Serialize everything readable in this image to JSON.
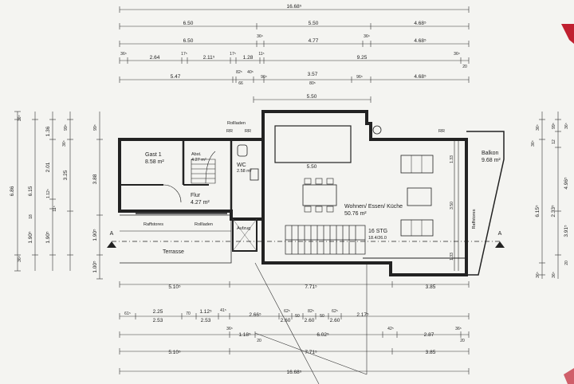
{
  "colors": {
    "paper": "#f4f4f1",
    "ink": "#222222",
    "wall": "#cfcfcf",
    "red_mark": "#c02030"
  },
  "top_dims": {
    "row1": [
      "16.68⁵"
    ],
    "row2": [
      "6.50",
      "5.50",
      "4.68⁵"
    ],
    "row3_sup": [
      "36⁵",
      "36⁵"
    ],
    "row3": [
      "6.50",
      "4.77",
      "4.68⁵"
    ],
    "row4_sup": [
      "36⁵",
      "17⁵",
      "17⁵",
      "11⁵",
      "36⁵"
    ],
    "row4": [
      "2.64",
      "2.11⁵",
      "1.28",
      "9.25"
    ],
    "row4_sub": [
      "20"
    ],
    "row5_sup": [
      "82⁵",
      "40⁵",
      "96⁵",
      "96⁵"
    ],
    "row5": [
      "5.47",
      "3.57",
      "4.68⁵"
    ],
    "row5_sub": [
      "66",
      "80⁵"
    ],
    "row6": [
      "5.50"
    ]
  },
  "bottom_dims": {
    "row1": [
      "5.10⁵",
      "7.71⁵",
      "3.85"
    ],
    "row2_sup": [
      "61⁵",
      "2.25",
      "70",
      "1.12⁵",
      "41⁵",
      "2.66⁵",
      "62⁵",
      "50",
      "82⁵",
      "50",
      "62⁵",
      "2.17⁵"
    ],
    "row2_sub": [
      "2.53",
      "2.53",
      "2.60",
      "2.60",
      "2.60"
    ],
    "row3_sup": [
      "36⁵",
      "42⁵",
      "36⁵"
    ],
    "row3": [
      "1.18⁵",
      "6.02⁵",
      "2.87"
    ],
    "row3_sub": [
      "20",
      "20"
    ],
    "row4": [
      "5.10⁵",
      "7.71⁵",
      "3.85"
    ],
    "row5": [
      "16.68⁵"
    ]
  },
  "left_dims": [
    "36⁵",
    "6.86",
    "6.15",
    "1.36",
    "36⁵",
    "2.01",
    "3.25",
    "99⁵",
    "11⁵",
    "1.12⁵",
    "18",
    "1.90⁵",
    "1.90⁵",
    "36⁵",
    "3.88",
    "1.90⁵",
    "1.00⁵",
    "99⁵"
  ],
  "right_dims": [
    "36⁵",
    "99⁵",
    "36⁵",
    "12",
    "36⁵",
    "3.91⁵",
    "6.15⁵",
    "2.33⁵",
    "4.96⁵",
    "36⁵",
    "36⁵",
    "20"
  ],
  "rooms": {
    "gast": {
      "name": "Gast 1",
      "area": "8.58 m²"
    },
    "abst": {
      "name": "Abst.",
      "area": "4.27 m²"
    },
    "wc": {
      "name": "WC",
      "area": "2.58 m²"
    },
    "flur": {
      "name": "Flur",
      "area": "4.27 m²"
    },
    "wohnen": {
      "name": "Wohnen/ Essen/ Küche",
      "area": "50.76 m²"
    },
    "balkon": {
      "name": "Balkon",
      "area": "9.68 m²"
    },
    "terrasse": {
      "name": "Terrasse"
    }
  },
  "labels": {
    "rollladen_top_left": "Rollladen",
    "rollladen_top": "Rollladen",
    "rr1": "RR",
    "rr2": "RR",
    "rr3": "RR",
    "raffstores_left": "Raffstores",
    "rollladen_bottom": "Rollladen",
    "aufzug": "Aufzug",
    "stg": "16 STG",
    "stg_ratio": "18.4/26.0",
    "raffstores_right": "Raffstores",
    "kitchen_w": "5.50",
    "dim_133_top": "1.33",
    "dim_350": "3.50",
    "dim_133_bot": "1.33",
    "section_a_left": "A",
    "section_a_right": "A"
  }
}
